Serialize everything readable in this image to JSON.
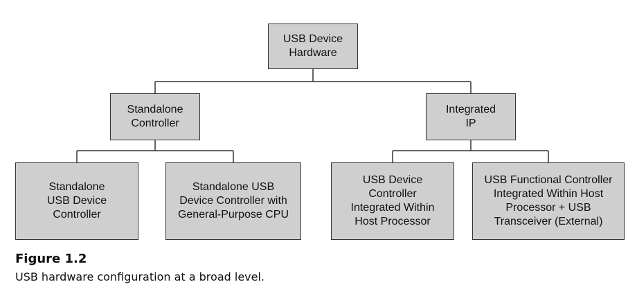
{
  "diagram": {
    "root": {
      "label": "USB Device\nHardware"
    },
    "standalone": {
      "label": "Standalone\nController"
    },
    "integrated": {
      "label": "Integrated\nIP"
    },
    "leaf1": {
      "label": "Standalone\nUSB Device\nController"
    },
    "leaf2": {
      "label": "Standalone USB\nDevice Controller with\nGeneral-Purpose CPU"
    },
    "leaf3": {
      "label": "USB Device\nController\nIntegrated Within\nHost Processor"
    },
    "leaf4": {
      "label": "USB Functional Controller\nIntegrated Within Host\nProcessor + USB\nTransceiver (External)"
    }
  },
  "caption": {
    "title": "Figure 1.2",
    "text": "USB hardware configuration at a broad level."
  },
  "colors": {
    "box_fill": "#cfcfcf",
    "line": "#333333"
  }
}
